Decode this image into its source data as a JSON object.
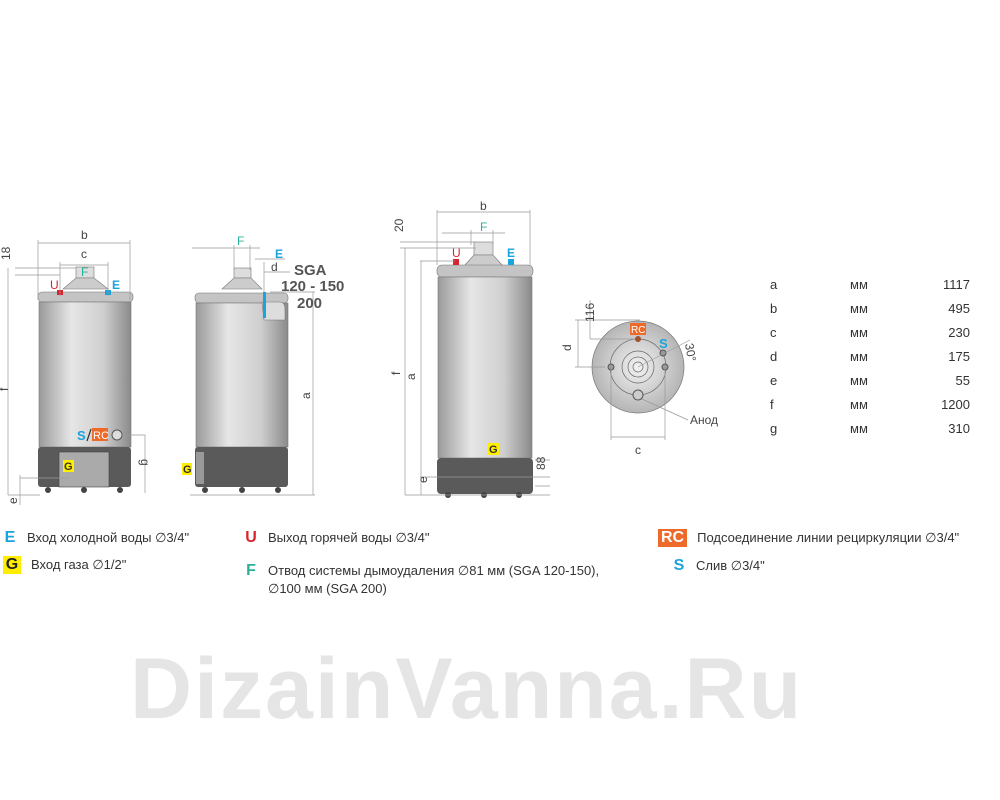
{
  "colors": {
    "E": "#1aa3dc",
    "U": "#d9232e",
    "F": "#2ab09a",
    "G_bg": "#ffee00",
    "RC_bg": "#ee6a2a",
    "S": "#1aa3dc"
  },
  "watermark": "DizainVanna.Ru",
  "diagram": {
    "front": {
      "b": "b",
      "c": "c",
      "F": "F",
      "U": "U",
      "E": "E",
      "f": "f",
      "g": "g",
      "e": "e",
      "top": "18",
      "S": "S",
      "RC": "RC",
      "G": "G"
    },
    "side": {
      "F": "F",
      "E": "E",
      "d": "d",
      "a": "a",
      "G": "G",
      "sga1": "SGA",
      "sga2": "120 - 150",
      "sga3": "200"
    },
    "front200": {
      "b": "b",
      "F": "F",
      "U": "U",
      "E": "E",
      "f": "f",
      "a": "a",
      "top": "20",
      "base": "88",
      "e": "e",
      "G": "G"
    },
    "top": {
      "RC": "RC",
      "S": "S",
      "d": "d",
      "c": "c",
      "v116": "116",
      "angle": "30°",
      "anode": "Анод"
    }
  },
  "table": [
    {
      "k": "a",
      "u": "мм",
      "v": "1117"
    },
    {
      "k": "b",
      "u": "мм",
      "v": "495"
    },
    {
      "k": "c",
      "u": "мм",
      "v": "230"
    },
    {
      "k": "d",
      "u": "мм",
      "v": "175"
    },
    {
      "k": "e",
      "u": "мм",
      "v": "55"
    },
    {
      "k": "f",
      "u": "мм",
      "v": "1200"
    },
    {
      "k": "g",
      "u": "мм",
      "v": "310"
    }
  ],
  "legend": {
    "E": {
      "key": "E",
      "text": "Вход холодной воды ∅3/4\""
    },
    "G": {
      "key": "G",
      "text": "Вход газа ∅1/2\""
    },
    "U": {
      "key": "U",
      "text": "Выход горячей воды ∅3/4\""
    },
    "F": {
      "key": "F",
      "text": "Отвод системы дымоудаления ∅81 мм (SGA 120-150),",
      "text2": "∅100 мм (SGA 200)"
    },
    "RC": {
      "key": "RC",
      "text": "Подсоединение линии рециркуляции ∅3/4\""
    },
    "S": {
      "key": "S",
      "text": "Слив ∅3/4\""
    }
  }
}
